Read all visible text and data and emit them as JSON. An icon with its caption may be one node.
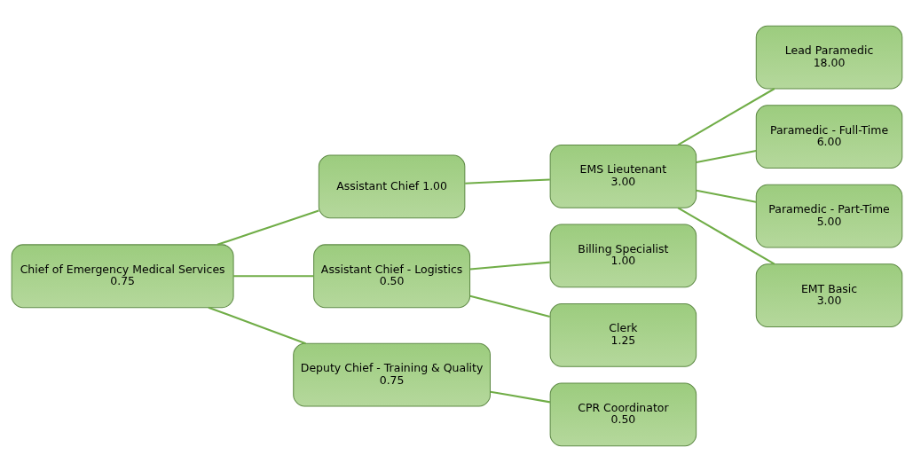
{
  "diagram": {
    "nodes": [
      {
        "text": [
          "Chief of Emergency Medical Services",
          "0.75"
        ]
      },
      {
        "text": [
          "Assistant Chief 1.00"
        ]
      },
      {
        "text": [
          "Assistant Chief - Logistics",
          "0.50"
        ]
      },
      {
        "text": [
          "Deputy Chief - Training & Quality",
          "0.75"
        ]
      },
      {
        "text": [
          "EMS Lieutenant",
          "3.00"
        ]
      },
      {
        "text": [
          "Billing Specialist",
          "1.00"
        ]
      },
      {
        "text": [
          "Clerk",
          "1.25"
        ]
      },
      {
        "text": [
          "CPR Coordinator",
          "0.50"
        ]
      },
      {
        "text": [
          "Lead Paramedic",
          "18.00"
        ]
      },
      {
        "text": [
          "Paramedic - Full-Time",
          "6.00"
        ]
      },
      {
        "text": [
          "Paramedic - Part-Time",
          "5.00"
        ]
      },
      {
        "text": [
          "EMT Basic",
          "3.00"
        ]
      }
    ],
    "edges": [
      {
        "from": 0,
        "to": 1,
        "arrow": "none"
      },
      {
        "from": 0,
        "to": 2,
        "arrow": "none"
      },
      {
        "from": 0,
        "to": 3,
        "arrow": "none"
      },
      {
        "from": 1,
        "to": 4,
        "arrow": "none"
      },
      {
        "from": 2,
        "to": 5,
        "arrow": "none"
      },
      {
        "from": 2,
        "to": 6,
        "arrow": "none"
      },
      {
        "from": 3,
        "to": 7,
        "arrow": "none"
      },
      {
        "from": 4,
        "to": 8,
        "arrow": "none"
      },
      {
        "from": 4,
        "to": 9,
        "arrow": "none"
      },
      {
        "from": 4,
        "to": 10,
        "arrow": "none"
      },
      {
        "from": 4,
        "to": 11,
        "arrow": "none"
      }
    ]
  }
}
